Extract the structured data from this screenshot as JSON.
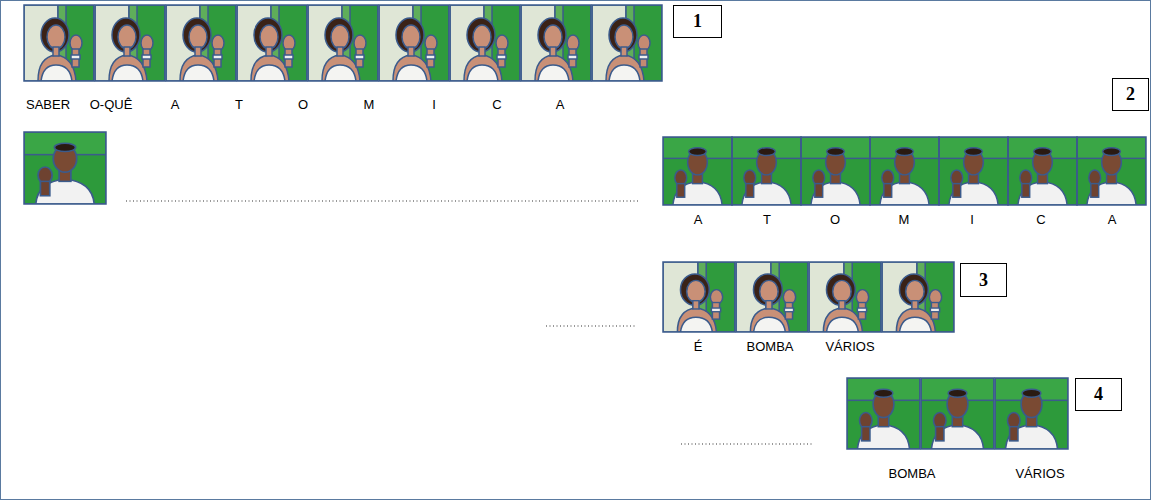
{
  "diagram": {
    "nodes": [
      {
        "text": [
          "1"
        ]
      },
      {
        "text": [
          "2"
        ]
      },
      {
        "text": [
          "3"
        ]
      },
      {
        "text": [
          "4"
        ]
      }
    ],
    "labels": [
      "SABER",
      "O-QUÊ",
      "A",
      "T",
      "O",
      "M",
      "I",
      "C",
      "A",
      "A",
      "T",
      "O",
      "M",
      "I",
      "C",
      "A",
      "É",
      "BOMBA",
      "VÁRIOS",
      "BOMBA",
      "VÁRIOS"
    ]
  }
}
